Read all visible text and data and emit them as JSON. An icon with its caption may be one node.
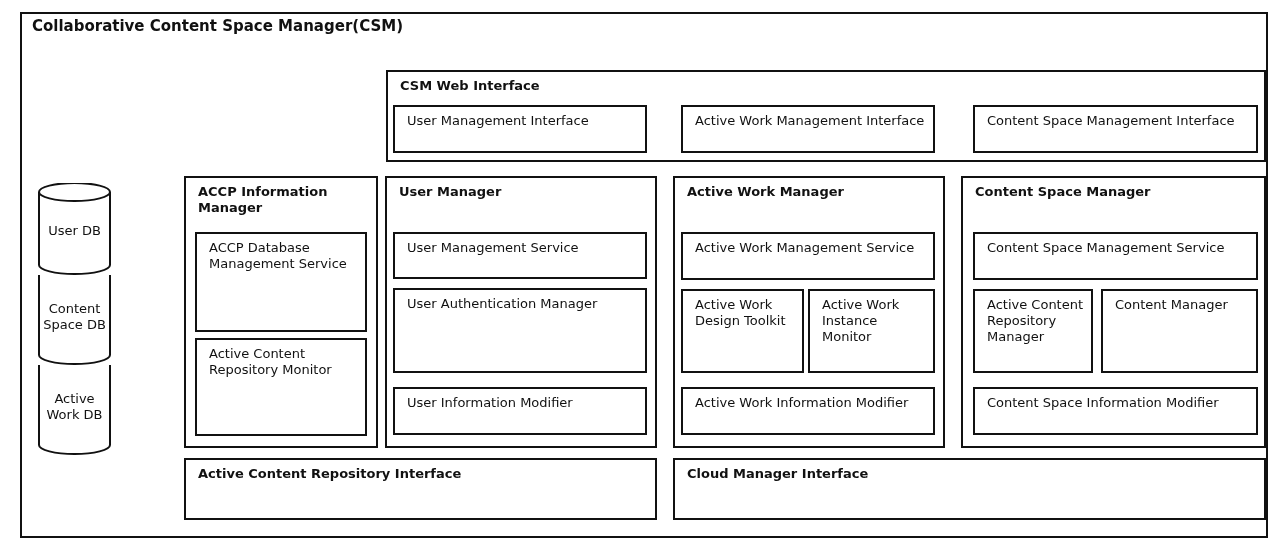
{
  "diagram": {
    "nodes": [
      {
        "text": [
          "Collaborative Content Space Manager(CSM)"
        ]
      },
      {
        "text": [
          "CSM Web Interface"
        ],
        "in": 0
      },
      {
        "text": [
          "User Management Interface"
        ],
        "in": 1
      },
      {
        "text": [
          "Active Work Management Interface"
        ],
        "in": 1
      },
      {
        "text": [
          "Content Space Management Interface"
        ],
        "in": 1
      },
      {
        "text": [
          "User DB"
        ],
        "in": 0
      },
      {
        "text": [
          "Content Space DB"
        ],
        "in": 0
      },
      {
        "text": [
          "Active Work DB"
        ],
        "in": 0
      },
      {
        "text": [
          "ACCP Information Manager"
        ],
        "in": 0
      },
      {
        "text": [
          "ACCP Database Management Service"
        ],
        "in": 8
      },
      {
        "text": [
          "Active Content Repository Monitor"
        ],
        "in": 8
      },
      {
        "text": [
          "User Manager"
        ],
        "in": 0
      },
      {
        "text": [
          "User Management Service"
        ],
        "in": 11
      },
      {
        "text": [
          "User Authentication Manager"
        ],
        "in": 11
      },
      {
        "text": [
          "User Information Modifier"
        ],
        "in": 11
      },
      {
        "text": [
          "Active Work Manager"
        ],
        "in": 0
      },
      {
        "text": [
          "Active Work Management Service"
        ],
        "in": 15
      },
      {
        "text": [
          "Active Work Design Toolkit"
        ],
        "in": 15
      },
      {
        "text": [
          "Active Work Instance Monitor"
        ],
        "in": 15
      },
      {
        "text": [
          "Active Work Information Modifier"
        ],
        "in": 15
      },
      {
        "text": [
          "Content Space Manager"
        ],
        "in": 0
      },
      {
        "text": [
          "Content Space Management Service"
        ],
        "in": 20
      },
      {
        "text": [
          "Active Content Repository Manager"
        ],
        "in": 20
      },
      {
        "text": [
          "Content Manager"
        ],
        "in": 20
      },
      {
        "text": [
          "Content Space Information Modifier"
        ],
        "in": 20
      },
      {
        "text": [
          "Active Content Repository Interface"
        ],
        "in": 0
      },
      {
        "text": [
          "Cloud Manager Interface"
        ],
        "in": 0
      }
    ],
    "edges": []
  }
}
